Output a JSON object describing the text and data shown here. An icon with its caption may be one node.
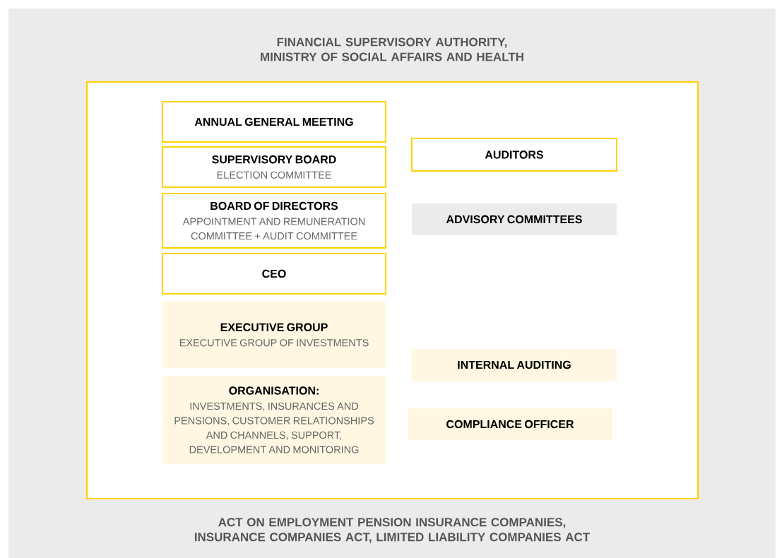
{
  "diagram": {
    "nodes": [
      {
        "text": [
          "FINANCIAL SUPERVISORY AUTHORITY, MINISTRY OF SOCIAL AFFAIRS AND HEALTH",
          "ACT ON EMPLOYMENT PENSION INSURANCE COMPANIES, INSURANCE COMPANIES ACT, LIMITED LIABILITY COMPANIES ACT"
        ]
      },
      {
        "text": [],
        "shape": "box",
        "in": 0
      },
      {
        "text": [
          "ANNUAL GENERAL MEETING"
        ],
        "in": 1
      },
      {
        "text": [
          "SUPERVISORY BOARD",
          "ELECTION COMMITTEE"
        ],
        "in": 1
      },
      {
        "text": [
          "BOARD OF DIRECTORS",
          "APPOINTMENT AND REMUNERATION COMMITTEE + AUDIT COMMITTEE"
        ],
        "in": 1
      },
      {
        "text": [
          "CEO"
        ],
        "in": 1
      },
      {
        "text": [
          "EXECUTIVE GROUP",
          "EXECUTIVE GROUP OF INVESTMENTS"
        ],
        "in": 1
      },
      {
        "text": [
          "ORGANISATION:",
          "INVESTMENTS, INSURANCES AND PENSIONS, CUSTOMER RELATIONSHIPS AND CHANNELS, SUPPORT, DEVELOPMENT AND MONITORING"
        ],
        "in": 1
      },
      {
        "text": [
          "AUDITORS"
        ],
        "in": 1
      },
      {
        "text": [
          "ADVISORY COMMITTEES"
        ],
        "in": 1
      },
      {
        "text": [
          "INTERNAL AUDITING"
        ],
        "in": 1
      },
      {
        "text": [
          "COMPLIANCE OFFICER"
        ],
        "in": 1
      }
    ]
  }
}
